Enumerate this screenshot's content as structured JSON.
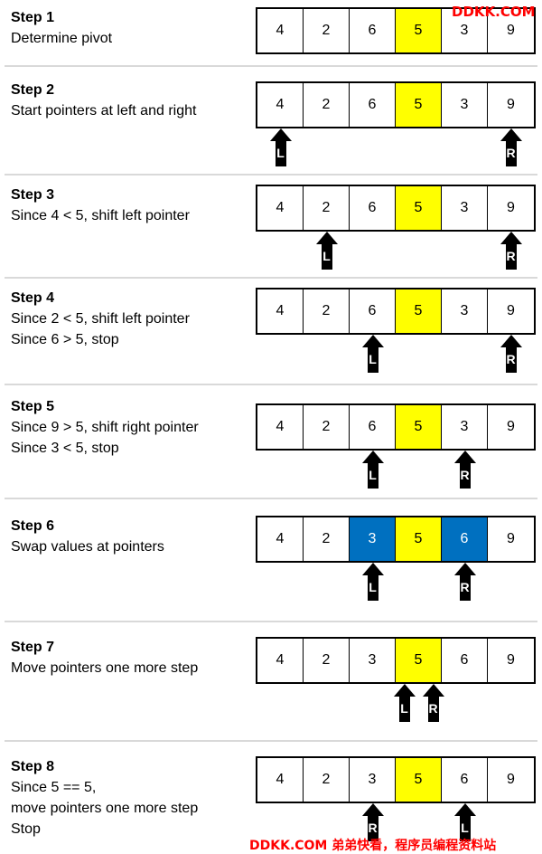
{
  "watermark_top": "DDKK.COM",
  "watermark_bottom": "DDKK.COM 弟弟快看，程序员编程资料站",
  "colors": {
    "pivot": "#ffff00",
    "swap": "#0070c0",
    "divider": "#d9d9d9",
    "watermark": "#ff0000"
  },
  "steps": [
    {
      "title": "Step 1",
      "lines": [
        "Determine pivot"
      ],
      "values": [
        "4",
        "2",
        "6",
        "5",
        "3",
        "9"
      ],
      "pivot_index": 3,
      "swapped": [],
      "pointers": []
    },
    {
      "title": "Step 2",
      "lines": [
        "Start pointers at left and right"
      ],
      "values": [
        "4",
        "2",
        "6",
        "5",
        "3",
        "9"
      ],
      "pivot_index": 3,
      "swapped": [],
      "pointers": [
        {
          "label": "L",
          "index": 0
        },
        {
          "label": "R",
          "index": 5
        }
      ]
    },
    {
      "title": "Step 3",
      "lines": [
        "Since 4 < 5, shift left pointer"
      ],
      "values": [
        "4",
        "2",
        "6",
        "5",
        "3",
        "9"
      ],
      "pivot_index": 3,
      "swapped": [],
      "pointers": [
        {
          "label": "L",
          "index": 1
        },
        {
          "label": "R",
          "index": 5
        }
      ]
    },
    {
      "title": "Step 4",
      "lines": [
        "Since 2 < 5, shift left pointer",
        "Since 6 > 5, stop"
      ],
      "values": [
        "4",
        "2",
        "6",
        "5",
        "3",
        "9"
      ],
      "pivot_index": 3,
      "swapped": [],
      "pointers": [
        {
          "label": "L",
          "index": 2
        },
        {
          "label": "R",
          "index": 5
        }
      ]
    },
    {
      "title": "Step 5",
      "lines": [
        "Since 9 > 5, shift right pointer",
        "Since 3 < 5, stop"
      ],
      "values": [
        "4",
        "2",
        "6",
        "5",
        "3",
        "9"
      ],
      "pivot_index": 3,
      "swapped": [],
      "pointers": [
        {
          "label": "L",
          "index": 2
        },
        {
          "label": "R",
          "index": 4
        }
      ]
    },
    {
      "title": "Step 6",
      "lines": [
        "Swap values at pointers"
      ],
      "values": [
        "4",
        "2",
        "3",
        "5",
        "6",
        "9"
      ],
      "pivot_index": 3,
      "swapped": [
        2,
        4
      ],
      "pointers": [
        {
          "label": "L",
          "index": 2
        },
        {
          "label": "R",
          "index": 4
        }
      ]
    },
    {
      "title": "Step 7",
      "lines": [
        "Move pointers one more step"
      ],
      "values": [
        "4",
        "2",
        "3",
        "5",
        "6",
        "9"
      ],
      "pivot_index": 3,
      "swapped": [],
      "pointers": [
        {
          "label": "L",
          "index": 3,
          "shift": "left"
        },
        {
          "label": "R",
          "index": 3,
          "shift": "right"
        }
      ]
    },
    {
      "title": "Step 8",
      "lines": [
        "Since 5 == 5,",
        "move pointers one more step",
        "Stop"
      ],
      "values": [
        "4",
        "2",
        "3",
        "5",
        "6",
        "9"
      ],
      "pivot_index": 3,
      "swapped": [],
      "pointers": [
        {
          "label": "R",
          "index": 2
        },
        {
          "label": "L",
          "index": 4
        }
      ]
    }
  ]
}
